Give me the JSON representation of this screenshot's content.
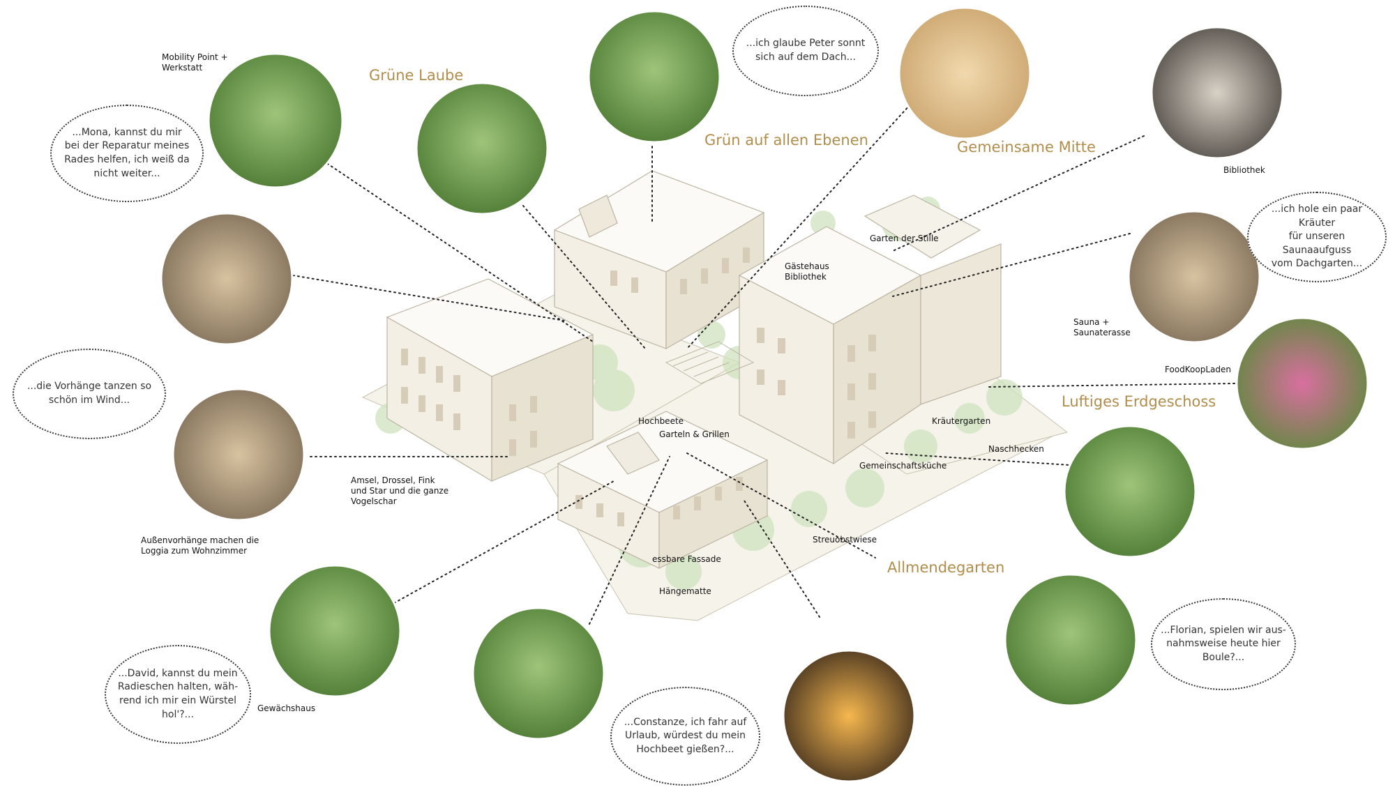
{
  "headings": {
    "gruene_laube": "Grüne Laube",
    "gruen_ebenen": "Grün auf allen Ebenen",
    "gemeinsame_mitte": "Gemeinsame Mitte",
    "luftiges_erdgeschoss": "Luftiges Erdgeschoss",
    "allmendegarten": "Allmendegarten"
  },
  "labels": {
    "mobility": "Mobility Point +\nWerkstatt",
    "bibliothek": "Bibliothek",
    "gaestehaus": "Gästehaus\nBibliothek",
    "garten_stille": "Garten der Stille",
    "sauna": "Sauna +\nSaunaterasse",
    "foodkoop": "FoodKoopLaden",
    "kraeutergarten": "Kräutergarten",
    "naschhecken": "Naschhecken",
    "gemeinschaftskueche": "Gemeinschaftsküche",
    "hochbeete": "Hochbeete",
    "garteln": "Garteln & Grillen",
    "amsel": "Amsel, Drossel, Fink\nund Star und die ganze\nVogelschar",
    "aussenvorhaenge": "Außenvorhänge machen die\nLoggia zum Wohnzimmer",
    "streuobstwiese": "Streuobstwiese",
    "essbare_fassade": "essbare Fassade",
    "haengematte": "Hängematte",
    "gewaechshaus": "Gewächshaus"
  },
  "bubbles": {
    "mona": "...Mona, kannst du mir\nbei der Reparatur meines\nRades helfen, ich weiß da\nnicht weiter...",
    "peter": "...ich glaube Peter sonnt\nsich auf dem Dach...",
    "kraeuter": "...ich hole ein paar Kräuter\nfür unseren Saunaaufguss\nvom Dachgarten...",
    "vorhaenge": "...die Vorhänge tanzen so\nschön im Wind...",
    "florian": "...Florian, spielen wir aus-\nnahmsweise heute hier\nBoule?...",
    "david": "...David, kannst du mein\nRadieschen halten, wäh-\nrend ich mir ein Würstel\nhol'?...",
    "constanze": "...Constanze, ich fahr auf\nUrlaub, würdest du mein\nHochbeet gießen?..."
  }
}
